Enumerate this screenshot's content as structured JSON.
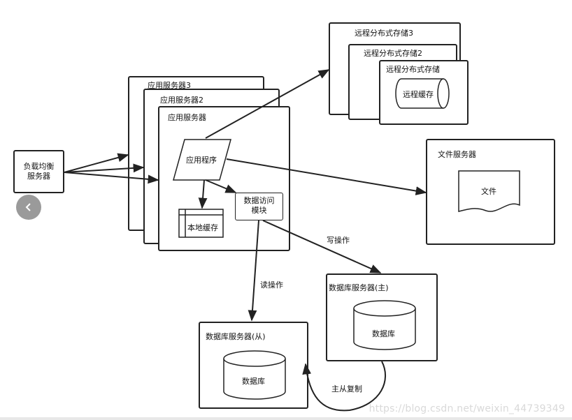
{
  "nodes": {
    "load_balancer": "负载均衡\n服务器",
    "app_server_3": "应用服务器3",
    "app_server_2": "应用服务器2",
    "app_server": "应用服务器",
    "app_program": "应用程序",
    "local_cache": "本地缓存",
    "data_access": "数据访问\n模块",
    "remote_storage_3": "远程分布式存储3",
    "remote_storage_2": "远程分布式存储2",
    "remote_storage": "远程分布式存储",
    "remote_cache": "远程缓存",
    "file_server": "文件服务器",
    "file": "文件",
    "db_master": "数据库服务器(主)",
    "db_master_cyl": "数据库",
    "db_slave": "数据库服务器(从)",
    "db_slave_cyl": "数据库"
  },
  "edges": {
    "write_op": "写操作",
    "read_op": "读操作",
    "replication": "主从复制"
  },
  "watermark": "https://blog.csdn.net/weixin_44739349"
}
